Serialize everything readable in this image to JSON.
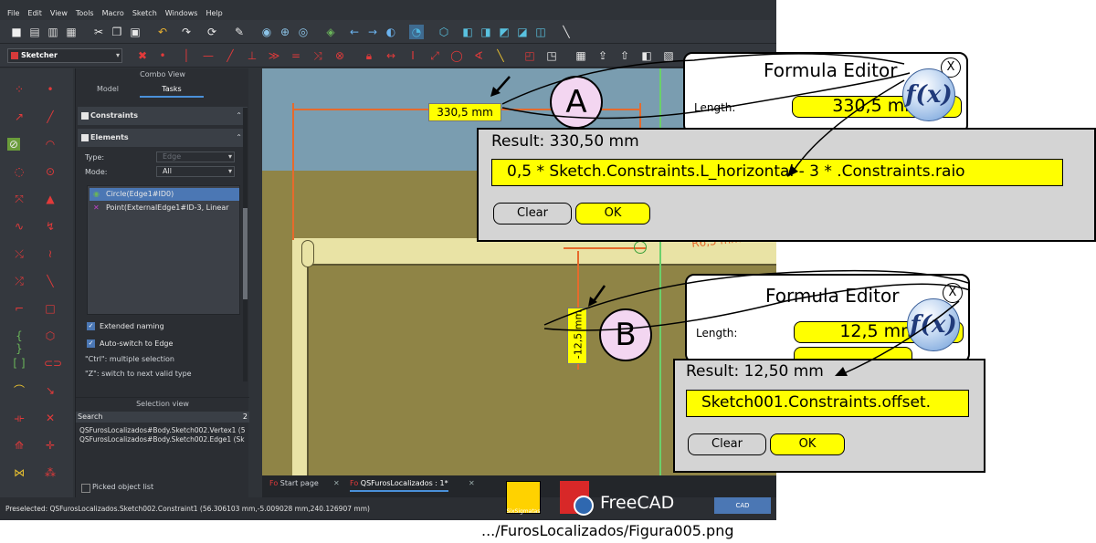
{
  "menu": [
    "File",
    "Edit",
    "View",
    "Tools",
    "Macro",
    "Sketch",
    "Windows",
    "Help"
  ],
  "workbench": "Sketcher",
  "combo": {
    "title": "Combo View",
    "tabs": [
      "Model",
      "Tasks"
    ],
    "constraints_label": "Constraints",
    "elements_label": "Elements",
    "type_label": "Type:",
    "type_value": "Edge",
    "mode_label": "Mode:",
    "mode_value": "All",
    "items": [
      "Circle(Edge1#ID0)",
      "Point(ExternalEdge1#ID-3, Linear"
    ],
    "extended_naming": "Extended naming",
    "auto_switch": "Auto-switch to Edge",
    "hint_ctrl": "\"Ctrl\": multiple selection",
    "hint_z": "\"Z\": switch to next valid type"
  },
  "selection_view": {
    "title": "Selection view",
    "search": "Search",
    "count": "2",
    "lines": [
      "QSFurosLocalizados#Body.Sketch002.Vertex1 (5",
      "QSFurosLocalizados#Body.Sketch002.Edge1 (Sk"
    ],
    "picked": "Picked object list"
  },
  "viewport": {
    "dim_a": "330,5 mm",
    "dim_b": "-12,5 mm",
    "radius": "R6,5 mm",
    "label_a": "A",
    "label_b": "B"
  },
  "doc_tabs": [
    "Start page",
    "QSFurosLocalizados : 1*"
  ],
  "status_text": "Preselected: QSFurosLocalizados.Sketch002.Constraint1 (56.306103 mm,-5.009028 mm,240.126907 mm)",
  "status_cad": "CAD",
  "logos": {
    "sixsigmatas": "SixSigmatas",
    "freecad": "FreeCAD"
  },
  "editor_a": {
    "title": "Formula Editor",
    "close": "X",
    "length_label": "Length:",
    "length_value": "330,5 mm",
    "fx": "f(x)",
    "result": "Result: 330,50 mm",
    "expression": "0,5 * Sketch.Constraints.L_horizontal - 3 * .Constraints.raio",
    "clear": "Clear",
    "ok": "OK"
  },
  "editor_b": {
    "title": "Formula Editor",
    "close": "X",
    "length_label": "Length:",
    "length_value": "12,5 mm",
    "fx": "f(x)",
    "result": "Result: 12,50 mm",
    "expression": "Sketch001.Constraints.offset.",
    "clear": "Clear",
    "ok": "OK"
  },
  "caption": ".../FurosLocalizados/Figura005.png"
}
